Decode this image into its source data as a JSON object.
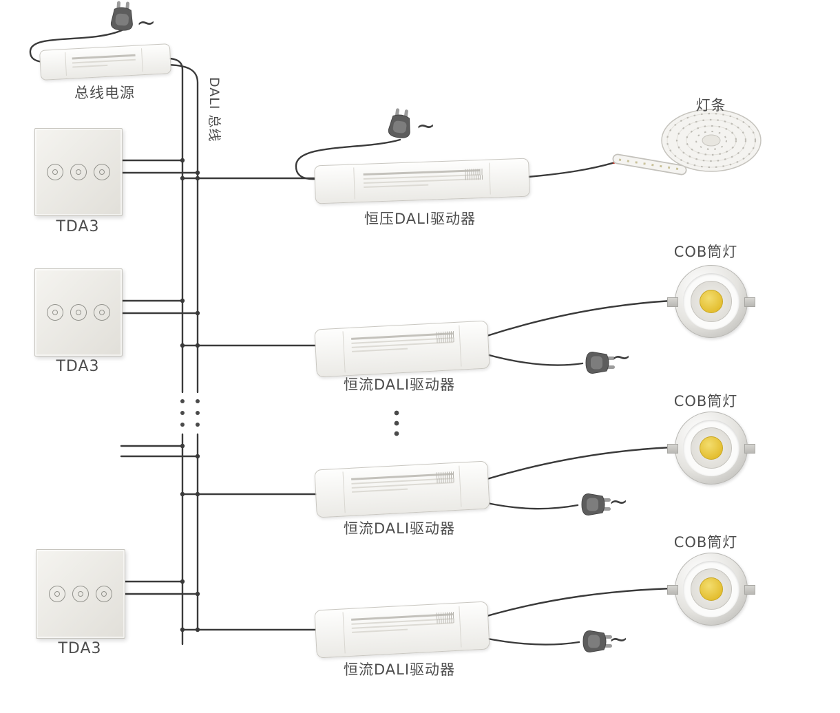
{
  "diagram": {
    "bus_power": {
      "label": "总线电源",
      "ac_symbol": "~"
    },
    "dali_bus_label": "DALI 总线",
    "panels": [
      {
        "label": "TDA3"
      },
      {
        "label": "TDA3"
      },
      {
        "label": "TDA3"
      }
    ],
    "cv_driver": {
      "label": "恒压DALI驱动器",
      "ac_symbol": "~"
    },
    "led_strip": {
      "label": "灯条"
    },
    "cc_drivers": [
      {
        "label": "恒流DALI驱动器",
        "ac_symbol": "~",
        "load_label": "COB筒灯"
      },
      {
        "label": "恒流DALI驱动器",
        "ac_symbol": "~",
        "load_label": "COB筒灯"
      },
      {
        "label": "恒流DALI驱动器",
        "ac_symbol": "~",
        "load_label": "COB筒灯"
      }
    ],
    "colors": {
      "wire": "#3a3a3a",
      "label_text": "#4d4d4d",
      "cob_center": "#e8c93f",
      "accent_red": "#c0392b"
    }
  }
}
